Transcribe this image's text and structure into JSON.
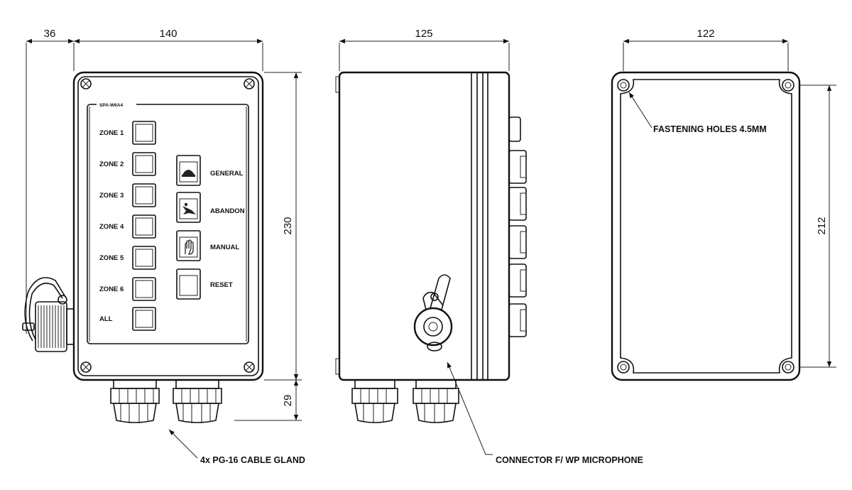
{
  "dimensions": {
    "front_connector_offset": "36",
    "front_width": "140",
    "front_height": "230",
    "gland_height": "29",
    "side_depth": "125",
    "back_width": "122",
    "back_height": "212"
  },
  "front_panel": {
    "model_label": "SPA-W6A4",
    "zones": [
      "ZONE 1",
      "ZONE 2",
      "ZONE 3",
      "ZONE 4",
      "ZONE 5",
      "ZONE 6",
      "ALL"
    ],
    "functions": [
      "GENERAL",
      "ABANDON",
      "MANUAL",
      "RESET"
    ]
  },
  "callouts": {
    "cable_gland": "4x PG-16 CABLE GLAND",
    "microphone_connector": "CONNECTOR F/ WP MICROPHONE",
    "fastening_holes": "FASTENING HOLES 4.5MM"
  },
  "icons": {
    "general": "alarm-bell-icon",
    "abandon": "abandon-ship-icon",
    "manual": "hand-icon"
  }
}
